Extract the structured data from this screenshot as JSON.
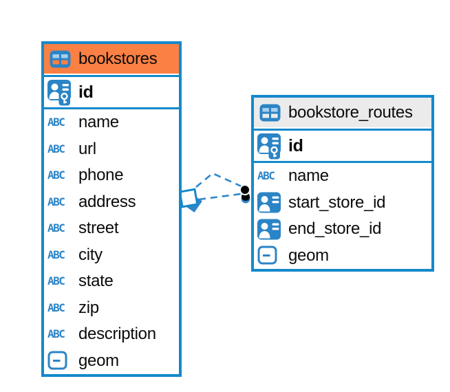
{
  "diagram": {
    "text_type_glyph": "ABC",
    "colors": {
      "border_blue": "#1489cb",
      "icon_blue": "#2b84c6",
      "icon_cell_light_blue": "#a9cfec",
      "line_blue": "#2e86c8",
      "header_orange": "#fb8043",
      "header_gray": "#ebebeb",
      "dot_black": "#000000",
      "text_color": "#0b0b0b"
    },
    "tables": [
      {
        "name": "bookstores",
        "header_bg": "#fb8043",
        "columns": [
          {
            "name": "id",
            "icon": "primary-key-icon",
            "section": "key"
          },
          {
            "name": "name",
            "icon": "text-icon",
            "section": "attr"
          },
          {
            "name": "url",
            "icon": "text-icon",
            "section": "attr"
          },
          {
            "name": "phone",
            "icon": "text-icon",
            "section": "attr"
          },
          {
            "name": "address",
            "icon": "text-icon",
            "section": "attr"
          },
          {
            "name": "street",
            "icon": "text-icon",
            "section": "attr"
          },
          {
            "name": "city",
            "icon": "text-icon",
            "section": "attr"
          },
          {
            "name": "state",
            "icon": "text-icon",
            "section": "attr"
          },
          {
            "name": "zip",
            "icon": "text-icon",
            "section": "attr"
          },
          {
            "name": "description",
            "icon": "text-icon",
            "section": "attr"
          },
          {
            "name": "geom",
            "icon": "geometry-icon",
            "section": "attr"
          }
        ]
      },
      {
        "name": "bookstore_routes",
        "header_bg": "#ebebeb",
        "columns": [
          {
            "name": "id",
            "icon": "primary-key-icon",
            "section": "key"
          },
          {
            "name": "name",
            "icon": "text-icon",
            "section": "attr"
          },
          {
            "name": "start_store_id",
            "icon": "reference-icon",
            "section": "attr"
          },
          {
            "name": "end_store_id",
            "icon": "reference-icon",
            "section": "attr"
          },
          {
            "name": "geom",
            "icon": "geometry-icon",
            "section": "attr"
          }
        ]
      }
    ],
    "relationships": [
      {
        "from_table": "bookstore_routes",
        "to_table": "bookstores",
        "style": "dashed"
      },
      {
        "from_table": "bookstore_routes",
        "to_table": "bookstores",
        "style": "dashed"
      }
    ]
  }
}
